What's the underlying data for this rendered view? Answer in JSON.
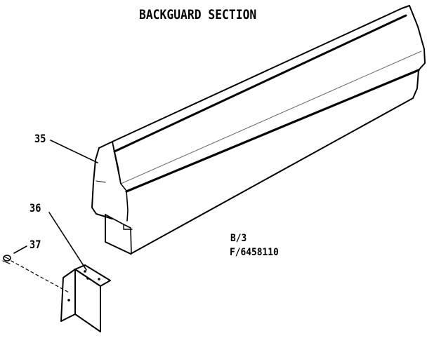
{
  "title": "BACKGUARD SECTION",
  "callouts": {
    "backguard": "35",
    "bracket": "36",
    "screw": "37"
  },
  "reference": {
    "line1": "B/3",
    "line2": "F/6458110"
  }
}
